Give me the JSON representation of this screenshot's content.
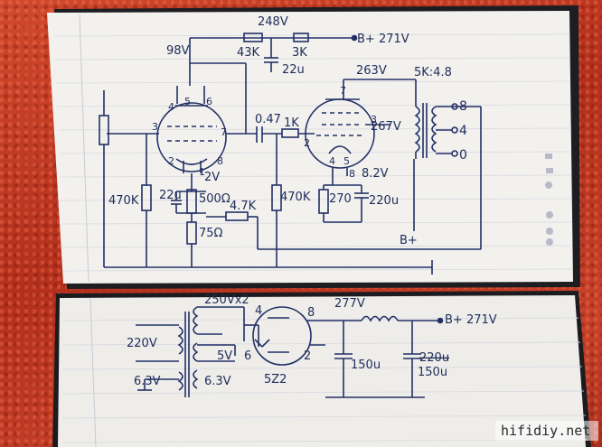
{
  "photo": {
    "description_free": true,
    "top_schematic": {
      "supply_voltage_top": "248V",
      "supply_label": "B+ 271V",
      "resistor_43k": "43K",
      "resistor_3k": "3K",
      "cap_22u": "22u",
      "node_98v": "98V",
      "plate_voltage": "263V",
      "transformer_ratio": "5K:4.8",
      "coupling_cap": "0.47",
      "grid_resistor_1k": "1K",
      "screen_voltage": "267V",
      "cathode_voltage_driver": "2V",
      "cathode_voltage_output": "8.2V",
      "grid_leak_470k_left": "470K",
      "grid_leak_470k_right": "470K",
      "cathode_cap_22u": "22u",
      "cathode_res_500": "500Ω",
      "feedback_res": "4.7K",
      "res_75": "75Ω",
      "cathode_res_270": "270",
      "cathode_cap_220u": "220u",
      "b_plus_mark": "B+",
      "pin_3": "3",
      "pin_4": "4",
      "pin_5": "5",
      "pin_6": "6",
      "pin_7": "7",
      "pin_2": "2",
      "pin_1": "1",
      "pin_8": "8",
      "out_pin_7": "7",
      "out_pin_2": "2",
      "out_pin_3": "3",
      "out_pin_4": "4",
      "out_pin_5": "5",
      "out_pin_8": "8",
      "tap_8": "8",
      "tap_4": "4",
      "tap_0": "0"
    },
    "bottom_schematic": {
      "ht_winding": "250Vx2",
      "mains": "220V",
      "rect_heater": "5V",
      "heater_1": "6.3V",
      "heater_2": "6.3V",
      "rectifier_tube": "5Z2",
      "rect_pin_4": "4",
      "rect_pin_8": "8",
      "rect_pin_6": "6",
      "rect_pin_2": "2",
      "node_voltage": "277V",
      "supply_label": "B+ 271V",
      "filter_cap_1": "150u",
      "filter_cap_2": "150u",
      "filter_cap_2_struck": "220u"
    },
    "watermark": "hifidiy.net"
  }
}
